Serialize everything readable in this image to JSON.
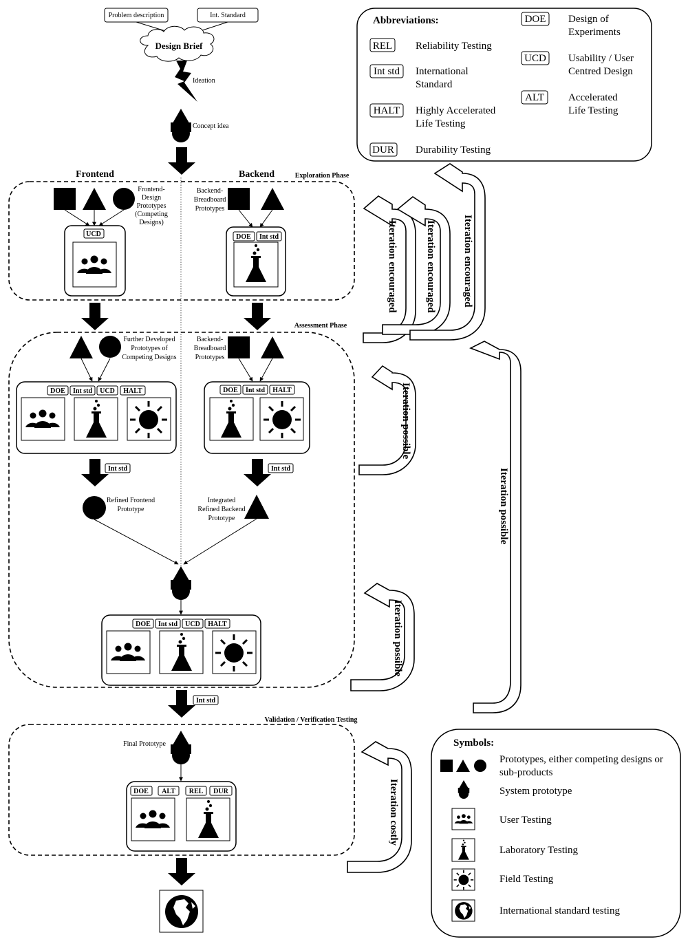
{
  "inputs": {
    "problem": "Problem description",
    "standard": "Int. Standard"
  },
  "brief": "Design Brief",
  "ideation": "Ideation",
  "concept": "Concept idea",
  "columns": {
    "frontend": "Frontend",
    "backend": "Backend"
  },
  "phases": {
    "exploration": "Exploration  Phase",
    "assessment": "Assessment Phase",
    "validation": "Validation  /  Verification Testing"
  },
  "labels": {
    "fe_proto": [
      "Frontend-",
      "Design",
      "Prototypes",
      "(Competing",
      "Designs)"
    ],
    "be_proto": [
      "Backend-",
      "Breadboard",
      "Prototypes"
    ],
    "fe_further": [
      "Further Developed",
      "Prototypes of",
      "Competing Designs"
    ],
    "be_proto2": [
      "Backend-",
      "Breadboard",
      "Prototypes"
    ],
    "fe_refined": [
      "Refined  Frontend",
      "Prototype"
    ],
    "be_refined": [
      "Integrated",
      "Refined  Backend",
      "Prototype"
    ],
    "final": "Final  Prototype"
  },
  "tags": {
    "ucd": "UCD",
    "doe": "DOE",
    "int": "Int std",
    "halt": "HALT",
    "alt": "ALT",
    "rel": "REL",
    "dur": "DUR"
  },
  "iterations": {
    "enc": "Iteration encouraged",
    "possible": "Iteration possible",
    "costly": "Iteration costly"
  },
  "abbreviations": {
    "title": "Abbreviations:",
    "items": [
      {
        "code": "REL",
        "desc": [
          "Reliability Testing"
        ]
      },
      {
        "code": "Int std",
        "desc": [
          "International",
          "Standard"
        ]
      },
      {
        "code": "HALT",
        "desc": [
          "Highly Accelerated",
          "Life Testing"
        ]
      },
      {
        "code": "DUR",
        "desc": [
          "Durability Testing"
        ]
      },
      {
        "code": "DOE",
        "desc": [
          "Design of",
          "Experiments"
        ]
      },
      {
        "code": "UCD",
        "desc": [
          "Usability / User",
          "Centred Design"
        ]
      },
      {
        "code": "ALT",
        "desc": [
          "Accelerated",
          "Life Testing"
        ]
      }
    ]
  },
  "symbols": {
    "title": "Symbols:",
    "items": [
      [
        "Prototypes, either competing designs or",
        "sub-products"
      ],
      [
        "System prototype"
      ],
      [
        "User Testing"
      ],
      [
        "Laboratory Testing"
      ],
      [
        "Field Testing"
      ],
      [
        "International standard testing"
      ]
    ]
  }
}
